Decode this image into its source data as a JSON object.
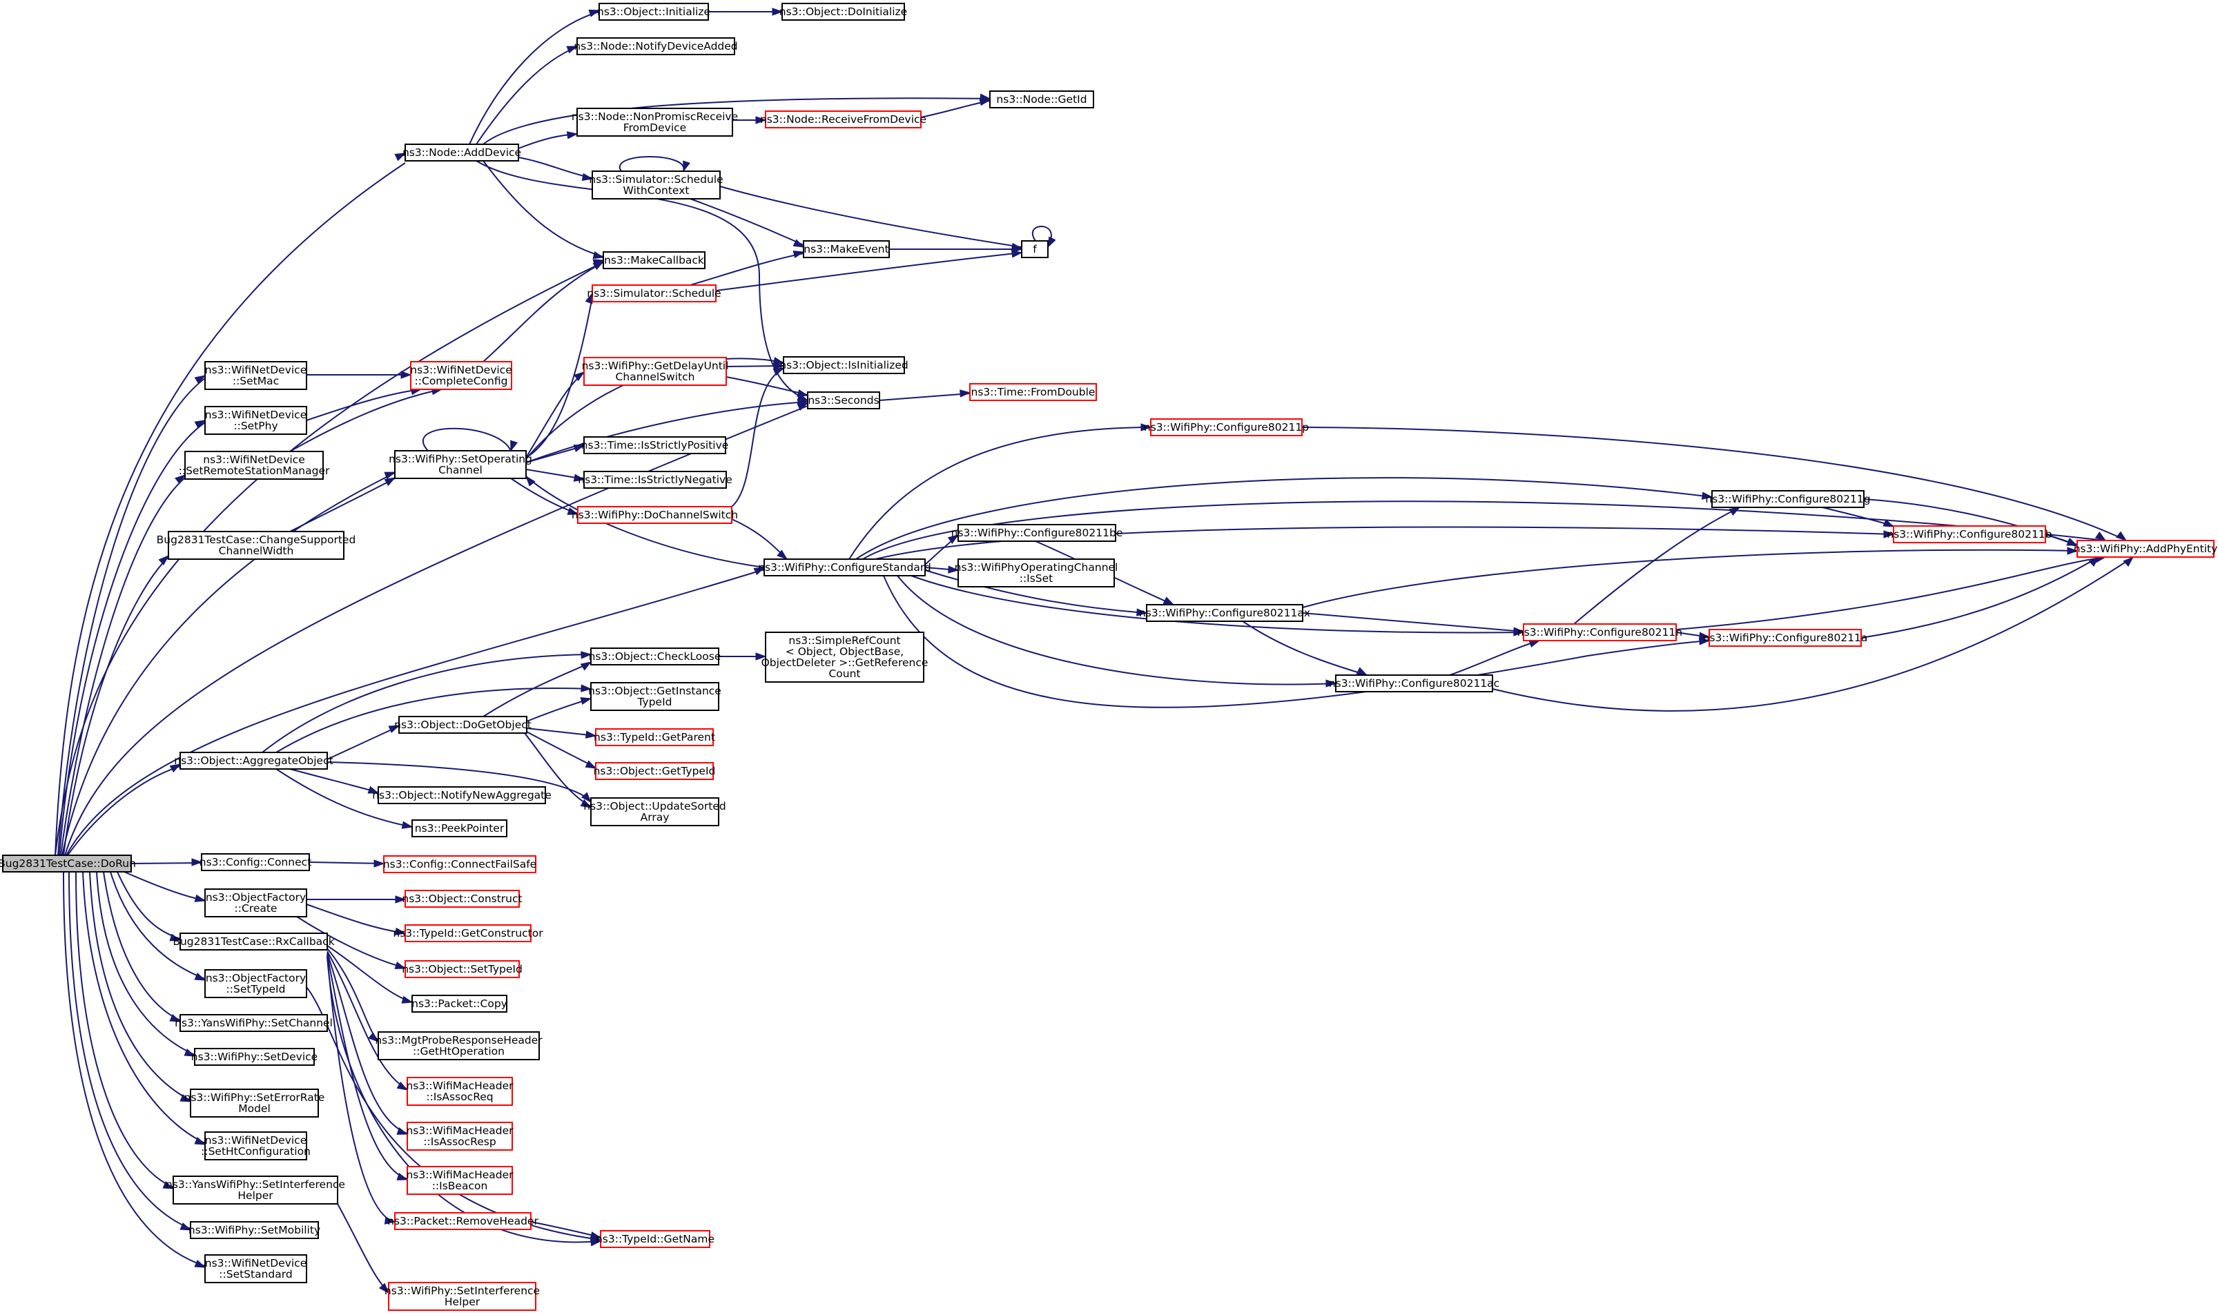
{
  "colors": {
    "edge": "#191970",
    "node_border": "#000000",
    "node_border_truncated": "#ff0000",
    "root_fill": "#bfbfbf",
    "node_fill": "#ffffff"
  },
  "nodes": [
    {
      "id": "root",
      "lines": [
        "Bug2831TestCase::DoRun"
      ],
      "style": "root"
    },
    {
      "id": "initialize",
      "lines": [
        "ns3::Object::Initialize"
      ],
      "style": "normal"
    },
    {
      "id": "doinitialize",
      "lines": [
        "ns3::Object::DoInitialize"
      ],
      "style": "normal"
    },
    {
      "id": "notifydeviceadded",
      "lines": [
        "ns3::Node::NotifyDeviceAdded"
      ],
      "style": "normal"
    },
    {
      "id": "getid",
      "lines": [
        "ns3::Node::GetId"
      ],
      "style": "normal"
    },
    {
      "id": "nonpromisc",
      "lines": [
        "ns3::Node::NonPromiscReceive",
        "FromDevice"
      ],
      "style": "normal"
    },
    {
      "id": "receivefromdevice",
      "lines": [
        "ns3::Node::ReceiveFromDevice"
      ],
      "style": "red"
    },
    {
      "id": "adddevice",
      "lines": [
        "ns3::Node::AddDevice"
      ],
      "style": "normal"
    },
    {
      "id": "schedulewithcontext",
      "lines": [
        "ns3::Simulator::Schedule",
        "WithContext"
      ],
      "style": "normal"
    },
    {
      "id": "makeevent",
      "lines": [
        "ns3::MakeEvent"
      ],
      "style": "normal"
    },
    {
      "id": "f",
      "lines": [
        "f"
      ],
      "style": "normal"
    },
    {
      "id": "makecallback",
      "lines": [
        "ns3::MakeCallback"
      ],
      "style": "normal"
    },
    {
      "id": "schedule",
      "lines": [
        "ns3::Simulator::Schedule"
      ],
      "style": "red"
    },
    {
      "id": "setmac",
      "lines": [
        "ns3::WifiNetDevice",
        "::SetMac"
      ],
      "style": "normal"
    },
    {
      "id": "completeconfig",
      "lines": [
        "ns3::WifiNetDevice",
        "::CompleteConfig"
      ],
      "style": "red"
    },
    {
      "id": "getdelayuntil",
      "lines": [
        "ns3::WifiPhy::GetDelayUntil",
        "ChannelSwitch"
      ],
      "style": "red"
    },
    {
      "id": "isinitialized",
      "lines": [
        "ns3::Object::IsInitialized"
      ],
      "style": "normal"
    },
    {
      "id": "setphy",
      "lines": [
        "ns3::WifiNetDevice",
        "::SetPhy"
      ],
      "style": "normal"
    },
    {
      "id": "seconds",
      "lines": [
        "ns3::Seconds"
      ],
      "style": "normal"
    },
    {
      "id": "fromdouble",
      "lines": [
        "ns3::Time::FromDouble"
      ],
      "style": "red"
    },
    {
      "id": "configure80211p",
      "lines": [
        "ns3::WifiPhy::Configure80211p"
      ],
      "style": "red"
    },
    {
      "id": "setremote",
      "lines": [
        "ns3::WifiNetDevice",
        "::SetRemoteStationManager"
      ],
      "style": "normal"
    },
    {
      "id": "setoperating",
      "lines": [
        "ns3::WifiPhy::SetOperating",
        "Channel"
      ],
      "style": "normal"
    },
    {
      "id": "isstrictlypositive",
      "lines": [
        "ns3::Time::IsStrictlyPositive"
      ],
      "style": "normal"
    },
    {
      "id": "isstrictlynegative",
      "lines": [
        "ns3::Time::IsStrictlyNegative"
      ],
      "style": "normal"
    },
    {
      "id": "configure80211g",
      "lines": [
        "ns3::WifiPhy::Configure80211g"
      ],
      "style": "normal"
    },
    {
      "id": "dochannelswitch",
      "lines": [
        "ns3::WifiPhy::DoChannelSwitch"
      ],
      "style": "red"
    },
    {
      "id": "configure80211b",
      "lines": [
        "ns3::WifiPhy::Configure80211b"
      ],
      "style": "red"
    },
    {
      "id": "configure80211be",
      "lines": [
        "ns3::WifiPhy::Configure80211be"
      ],
      "style": "normal"
    },
    {
      "id": "changesupported",
      "lines": [
        "Bug2831TestCase::ChangeSupported",
        "ChannelWidth"
      ],
      "style": "normal"
    },
    {
      "id": "addphyentity",
      "lines": [
        "ns3::WifiPhy::AddPhyEntity"
      ],
      "style": "red"
    },
    {
      "id": "configurestandard",
      "lines": [
        "ns3::WifiPhy::ConfigureStandard"
      ],
      "style": "normal"
    },
    {
      "id": "wifiphyopchan",
      "lines": [
        "ns3::WifiPhyOperatingChannel",
        "::IsSet"
      ],
      "style": "normal"
    },
    {
      "id": "configure80211ax",
      "lines": [
        "ns3::WifiPhy::Configure80211ax"
      ],
      "style": "normal"
    },
    {
      "id": "configure80211n",
      "lines": [
        "ns3::WifiPhy::Configure80211n"
      ],
      "style": "red"
    },
    {
      "id": "configure80211a",
      "lines": [
        "ns3::WifiPhy::Configure80211a"
      ],
      "style": "red"
    },
    {
      "id": "checkloose",
      "lines": [
        "ns3::Object::CheckLoose"
      ],
      "style": "normal"
    },
    {
      "id": "simplerefcount",
      "lines": [
        "ns3::SimpleRefCount",
        "< Object, ObjectBase,",
        "ObjectDeleter >::GetReference",
        "Count"
      ],
      "style": "normal"
    },
    {
      "id": "getinstancetypeid",
      "lines": [
        "ns3::Object::GetInstance",
        "TypeId"
      ],
      "style": "normal"
    },
    {
      "id": "configure80211ac",
      "lines": [
        "ns3::WifiPhy::Configure80211ac"
      ],
      "style": "normal"
    },
    {
      "id": "dogetobject",
      "lines": [
        "ns3::Object::DoGetObject"
      ],
      "style": "normal"
    },
    {
      "id": "getparent",
      "lines": [
        "ns3::TypeId::GetParent"
      ],
      "style": "red"
    },
    {
      "id": "aggregateobject",
      "lines": [
        "ns3::Object::AggregateObject"
      ],
      "style": "normal"
    },
    {
      "id": "gettypeid",
      "lines": [
        "ns3::Object::GetTypeId"
      ],
      "style": "red"
    },
    {
      "id": "notifynewaggregate",
      "lines": [
        "ns3::Object::NotifyNewAggregate"
      ],
      "style": "normal"
    },
    {
      "id": "updatesorted",
      "lines": [
        "ns3::Object::UpdateSorted",
        "Array"
      ],
      "style": "normal"
    },
    {
      "id": "peekpointer",
      "lines": [
        "ns3::PeekPointer"
      ],
      "style": "normal"
    },
    {
      "id": "configconnect",
      "lines": [
        "ns3::Config::Connect"
      ],
      "style": "normal"
    },
    {
      "id": "connectfailsafe",
      "lines": [
        "ns3::Config::ConnectFailSafe"
      ],
      "style": "red"
    },
    {
      "id": "objectfactorycreate",
      "lines": [
        "ns3::ObjectFactory",
        "::Create"
      ],
      "style": "normal"
    },
    {
      "id": "construct",
      "lines": [
        "ns3::Object::Construct"
      ],
      "style": "red"
    },
    {
      "id": "getconstructor",
      "lines": [
        "ns3::TypeId::GetConstructor"
      ],
      "style": "red"
    },
    {
      "id": "rxcallback",
      "lines": [
        "Bug2831TestCase::RxCallback"
      ],
      "style": "normal"
    },
    {
      "id": "settypeid",
      "lines": [
        "ns3::Object::SetTypeId"
      ],
      "style": "red"
    },
    {
      "id": "objectfactorysettypeid",
      "lines": [
        "ns3::ObjectFactory",
        "::SetTypeId"
      ],
      "style": "normal"
    },
    {
      "id": "packetcopy",
      "lines": [
        "ns3::Packet::Copy"
      ],
      "style": "normal"
    },
    {
      "id": "yanssetchannel",
      "lines": [
        "ns3::YansWifiPhy::SetChannel"
      ],
      "style": "normal"
    },
    {
      "id": "mgtprobe",
      "lines": [
        "ns3::MgtProbeResponseHeader",
        "::GetHtOperation"
      ],
      "style": "normal"
    },
    {
      "id": "setdevice",
      "lines": [
        "ns3::WifiPhy::SetDevice"
      ],
      "style": "normal"
    },
    {
      "id": "isassocreq",
      "lines": [
        "ns3::WifiMacHeader",
        "::IsAssocReq"
      ],
      "style": "red"
    },
    {
      "id": "seterrorrate",
      "lines": [
        "ns3::WifiPhy::SetErrorRate",
        "Model"
      ],
      "style": "normal"
    },
    {
      "id": "isassocresp",
      "lines": [
        "ns3::WifiMacHeader",
        "::IsAssocResp"
      ],
      "style": "red"
    },
    {
      "id": "sethtconfig",
      "lines": [
        "ns3::WifiNetDevice",
        "::SetHtConfiguration"
      ],
      "style": "normal"
    },
    {
      "id": "isbeacon",
      "lines": [
        "ns3::WifiMacHeader",
        "::IsBeacon"
      ],
      "style": "red"
    },
    {
      "id": "yanssetinterference",
      "lines": [
        "ns3::YansWifiPhy::SetInterference",
        "Helper"
      ],
      "style": "normal"
    },
    {
      "id": "removeheader",
      "lines": [
        "ns3::Packet::RemoveHeader"
      ],
      "style": "red"
    },
    {
      "id": "setmobility",
      "lines": [
        "ns3::WifiPhy::SetMobility"
      ],
      "style": "normal"
    },
    {
      "id": "getname",
      "lines": [
        "ns3::TypeId::GetName"
      ],
      "style": "red"
    },
    {
      "id": "setstandard",
      "lines": [
        "ns3::WifiNetDevice",
        "::SetStandard"
      ],
      "style": "normal"
    },
    {
      "id": "wifiphysetinterference",
      "lines": [
        "ns3::WifiPhy::SetInterference",
        "Helper"
      ],
      "style": "red"
    }
  ]
}
